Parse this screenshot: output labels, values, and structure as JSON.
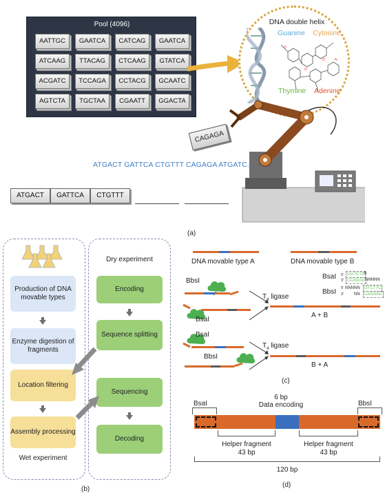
{
  "panel_a": {
    "pool_title": "Pool (4096)",
    "pool_rows": [
      [
        "AATTGC",
        "GAATCA",
        "CATCAG",
        "GAATCA"
      ],
      [
        "ATCAAG",
        "TTACAG",
        "CTCAAG",
        "GTATCA"
      ],
      [
        "ACGATC",
        "TCCAGA",
        "CCTACG",
        "GCAATC"
      ],
      [
        "AGTCTA",
        "TGCTAA",
        "CGAATT",
        "GGACTA"
      ]
    ],
    "helix_title": "DNA double helix",
    "bases": {
      "guanine": "Guanine",
      "cytosine": "Cytosine",
      "thymine": "Thymine",
      "adenine": "Adenine"
    },
    "held_block": "CAGAGA",
    "sequence": "ATGACT GATTCA CTGTTT CAGAGA ATGATC...",
    "assembled": [
      "ATGACT",
      "GATTCA",
      "CTGTTT"
    ],
    "label": "(a)",
    "colors": {
      "guanine": "#5ba7d8",
      "cytosine": "#e8a34a",
      "thymine": "#66b63c",
      "adenine": "#e0542c",
      "sequence": "#3f7fc7",
      "arrow": "#e9b23c"
    }
  },
  "panel_b": {
    "wet_steps": [
      "Production of DNA movable types",
      "Enzyme digestion of fragments",
      "Location filtering",
      "Assembly processing"
    ],
    "wet_label": "Wet experiment",
    "dry_title": "Dry experiment",
    "dry_steps": [
      "Encoding",
      "Sequence splitting",
      "Sequencing",
      "Decoding"
    ],
    "label": "(b)"
  },
  "panel_c": {
    "type_a": "DNA movable type A",
    "type_b": "DNA movable type B",
    "bsai": "BsaI",
    "bbsi": "BbsI",
    "ligase": "T4 ligase",
    "ligase_main": "T",
    "ligase_sub": "4",
    "ligase_tail": " ligase",
    "a_plus_b": "A + B",
    "b_plus_a": "B + A",
    "site_bsai_top": "GGTCTC",
    "site_bsai_bottom": "CCAGAG",
    "site_bsai_n": "NNNNN",
    "site_bbsi_top": "GTCTTC",
    "site_bbsi_bottom": "CAGAAG",
    "site_bbsi_n": "NNNNN",
    "five_prime": "5'",
    "three_prime": "3'",
    "n": "N",
    "nn": "NN",
    "label": "(c)",
    "colors": {
      "backbone": "#d9692b",
      "a_insert": "#3a6fc0",
      "b_insert": "#5a5a5a",
      "site_text": "#5fbf5a",
      "enzyme": "#4caf50"
    }
  },
  "panel_d": {
    "data_bp": "6 bp",
    "data_label": "Data encoding",
    "left_enzyme": "BsaI",
    "right_enzyme": "BbsI",
    "helper_left": "Helper fragment",
    "helper_left_bp": "43 bp",
    "helper_right": "Helper fragment",
    "helper_right_bp": "43 bp",
    "total": "120 bp",
    "label": "(d)",
    "colors": {
      "body": "#d9692b",
      "data": "#3a6fc0"
    }
  }
}
